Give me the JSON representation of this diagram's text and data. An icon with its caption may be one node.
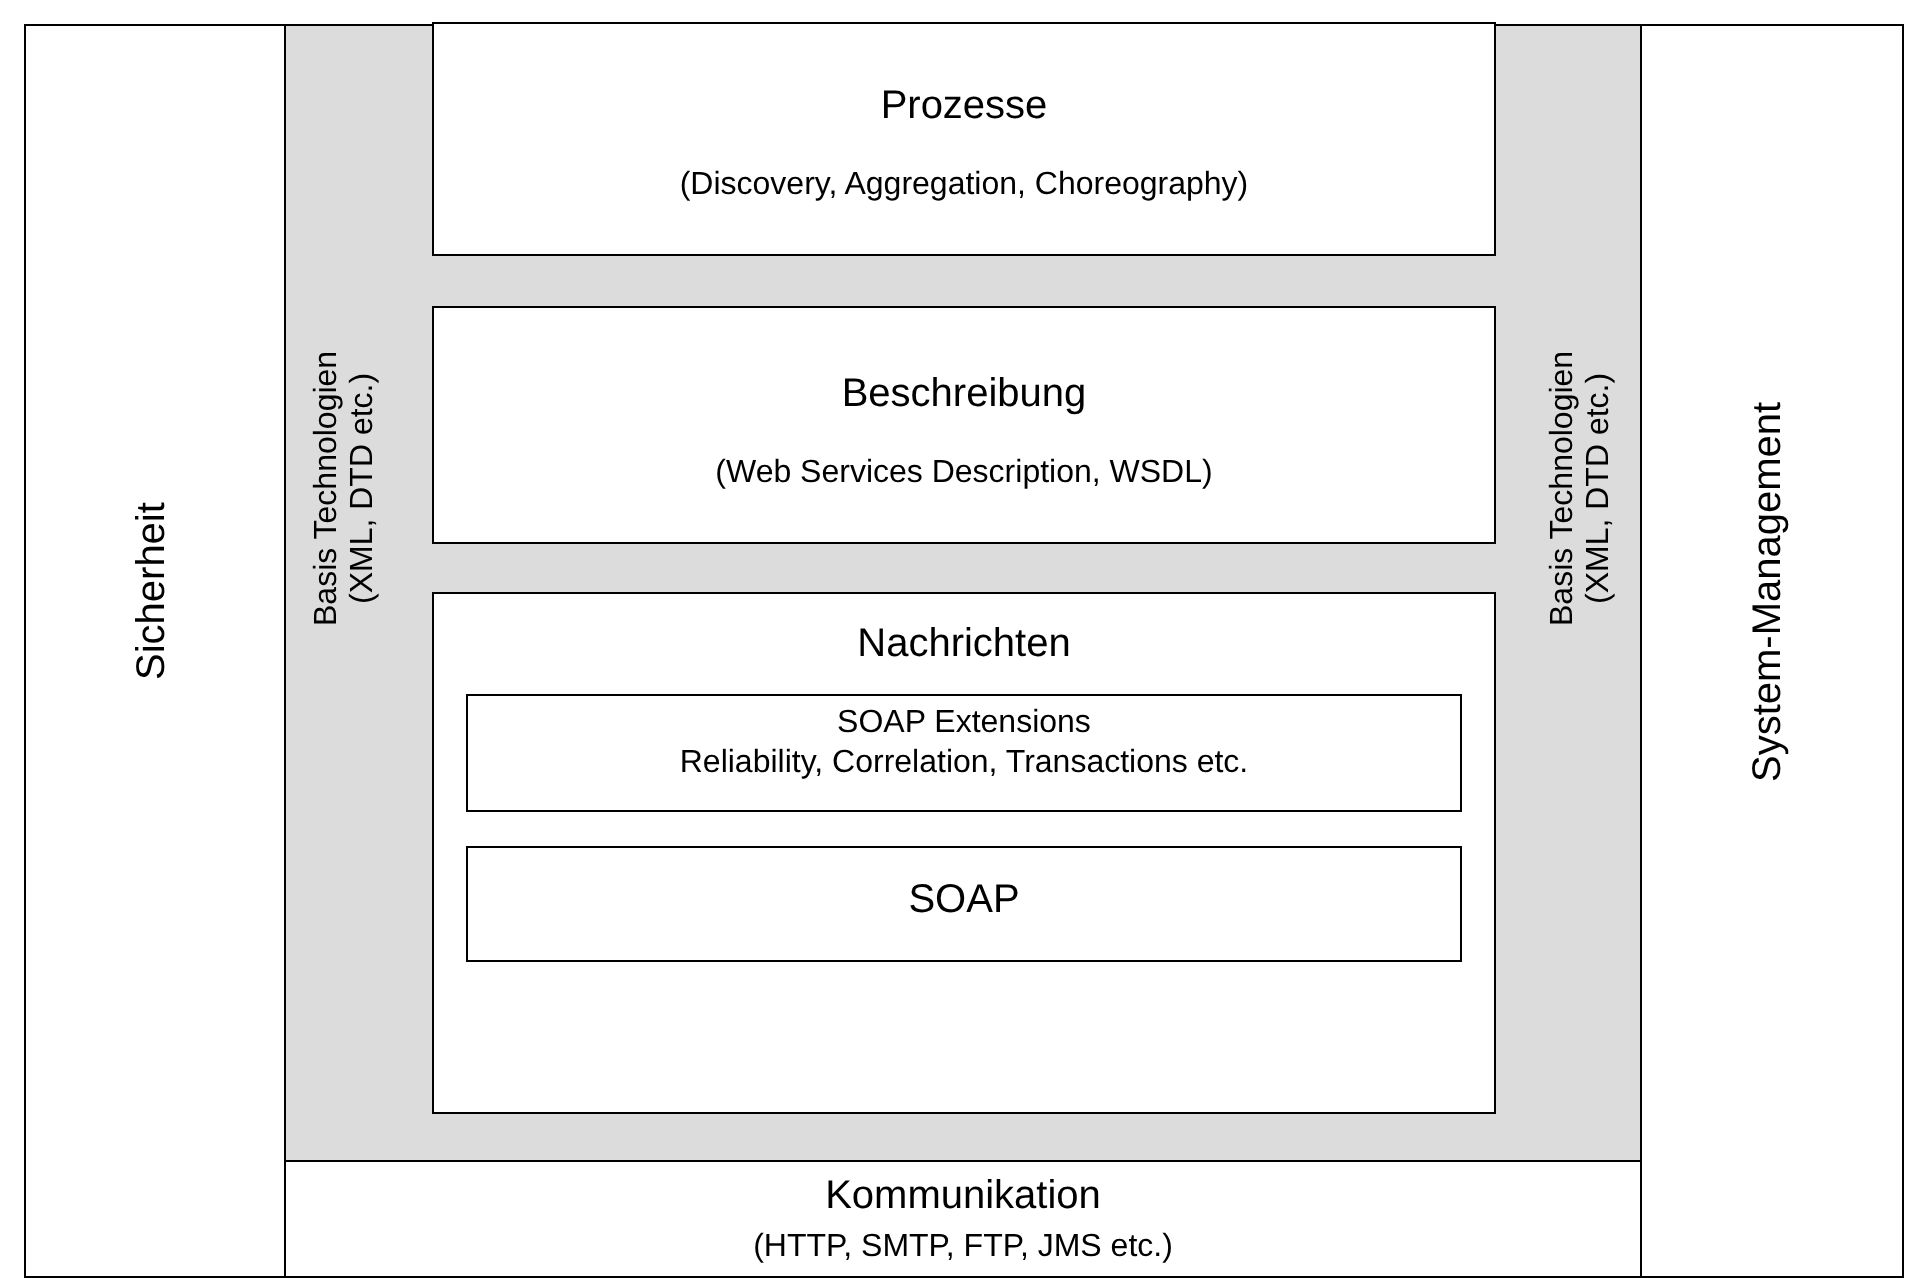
{
  "diagram": {
    "nodes": [
      {
        "text": [
          "Sicherheit"
        ]
      },
      {
        "text": [
          "Basis Technologien (XML, DTD etc.)",
          "Basis Technologien (XML, DTD etc.)"
        ]
      },
      {
        "text": [
          "Prozesse",
          "(Discovery, Aggregation, Choreography)"
        ],
        "in": 1
      },
      {
        "text": [
          "Beschreibung",
          "(Web Services Description, WSDL)"
        ],
        "in": 1
      },
      {
        "text": [
          "Nachrichten"
        ],
        "in": 1
      },
      {
        "text": [
          "SOAP Extensions",
          "Reliability, Correlation, Transactions etc."
        ],
        "in": 4
      },
      {
        "text": [
          "SOAP"
        ],
        "in": 4
      },
      {
        "text": [
          "System-Management"
        ]
      },
      {
        "text": [
          "Kommunikation",
          "(HTTP, SMTP, FTP, JMS etc.)"
        ]
      }
    ],
    "edges": []
  }
}
